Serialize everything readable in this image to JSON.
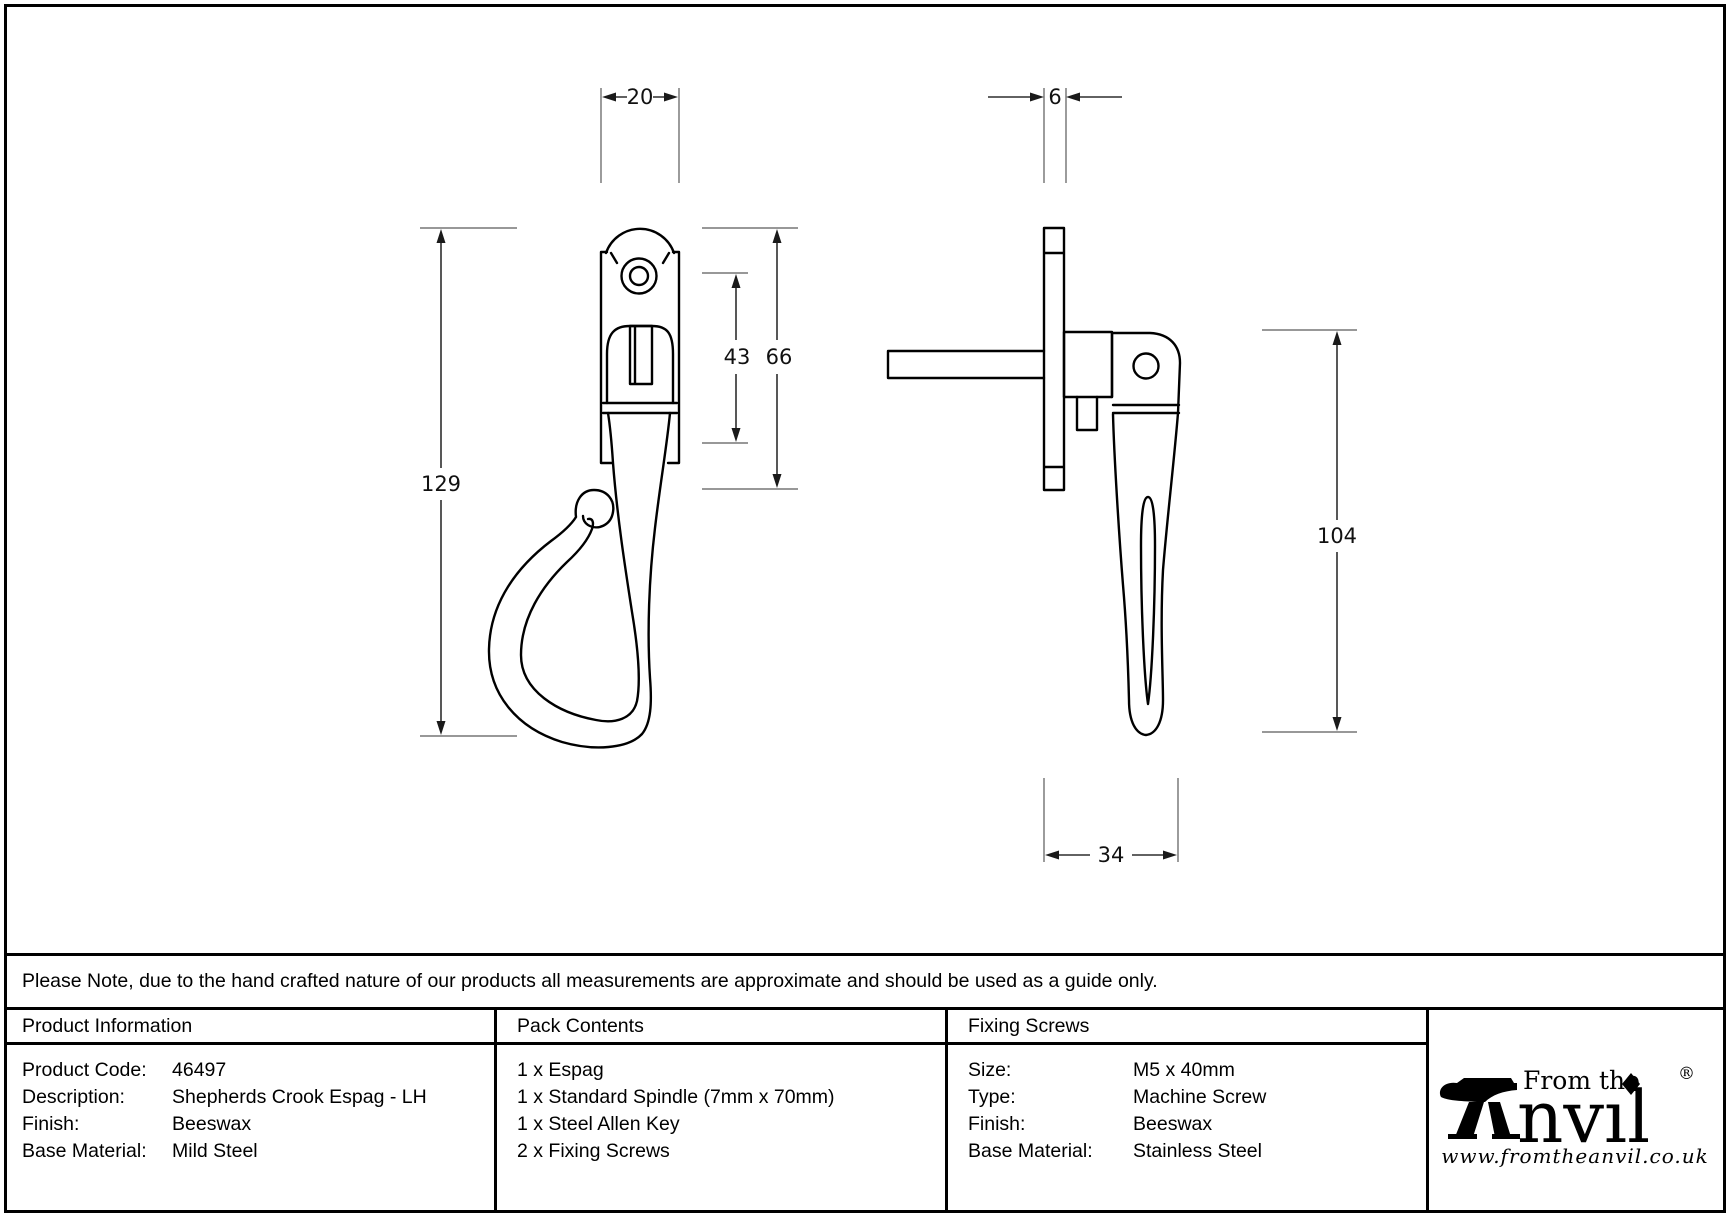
{
  "note": "Please Note, due to the hand crafted nature of our products all measurements are approximate and should be used as a guide only.",
  "drawing": {
    "front_view": {
      "width_mm": "20",
      "overall_height_mm": "129",
      "slot_height_mm": "43",
      "body_height_mm": "66"
    },
    "side_view": {
      "plate_thickness_mm": "6",
      "handle_length_mm": "104",
      "projection_mm": "34"
    }
  },
  "table": {
    "product_information": {
      "header": "Product Information",
      "rows": [
        {
          "label": "Product Code:",
          "value": "46497"
        },
        {
          "label": "Description:",
          "value": "Shepherds Crook Espag - LH"
        },
        {
          "label": "Finish:",
          "value": "Beeswax"
        },
        {
          "label": "Base Material:",
          "value": "Mild Steel"
        }
      ]
    },
    "pack_contents": {
      "header": "Pack Contents",
      "items": [
        "1 x Espag",
        "1 x Standard Spindle (7mm x 70mm)",
        "1 x Steel Allen Key",
        "2 x Fixing Screws"
      ]
    },
    "fixing_screws": {
      "header": "Fixing Screws",
      "rows": [
        {
          "label": "Size:",
          "value": "M5 x 40mm"
        },
        {
          "label": "Type:",
          "value": "Machine Screw"
        },
        {
          "label": "Finish:",
          "value": "Beeswax"
        },
        {
          "label": "Base Material:",
          "value": "Stainless Steel"
        }
      ]
    },
    "brand": {
      "tagline": "From the",
      "name_rest": "nvıl",
      "registered": "®",
      "website": "www.fromtheanvil.co.uk"
    }
  }
}
